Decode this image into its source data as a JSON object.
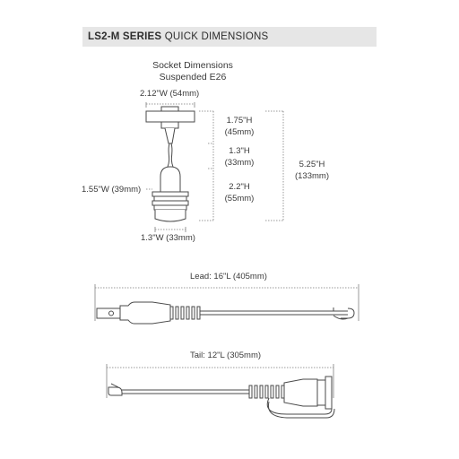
{
  "header": {
    "series_label": "LS2-M SERIES",
    "title_rest": "QUICK DIMENSIONS"
  },
  "socket": {
    "title_line1": "Socket Dimensions",
    "title_line2": "Suspended E26",
    "canopy_width": "2.12\"W (54mm)",
    "socket_width": "1.55\"W (39mm)",
    "base_width": "1.3\"W (33mm)",
    "dim_top_in": "1.75\"H",
    "dim_top_mm": "(45mm)",
    "dim_mid_in": "1.3\"H",
    "dim_mid_mm": "(33mm)",
    "dim_bot_in": "2.2\"H",
    "dim_bot_mm": "(55mm)",
    "dim_total_in": "5.25\"H",
    "dim_total_mm": "(133mm)"
  },
  "lead": {
    "label": "Lead: 16\"L (405mm)"
  },
  "tail": {
    "label": "Tail: 12\"L (305mm)"
  }
}
